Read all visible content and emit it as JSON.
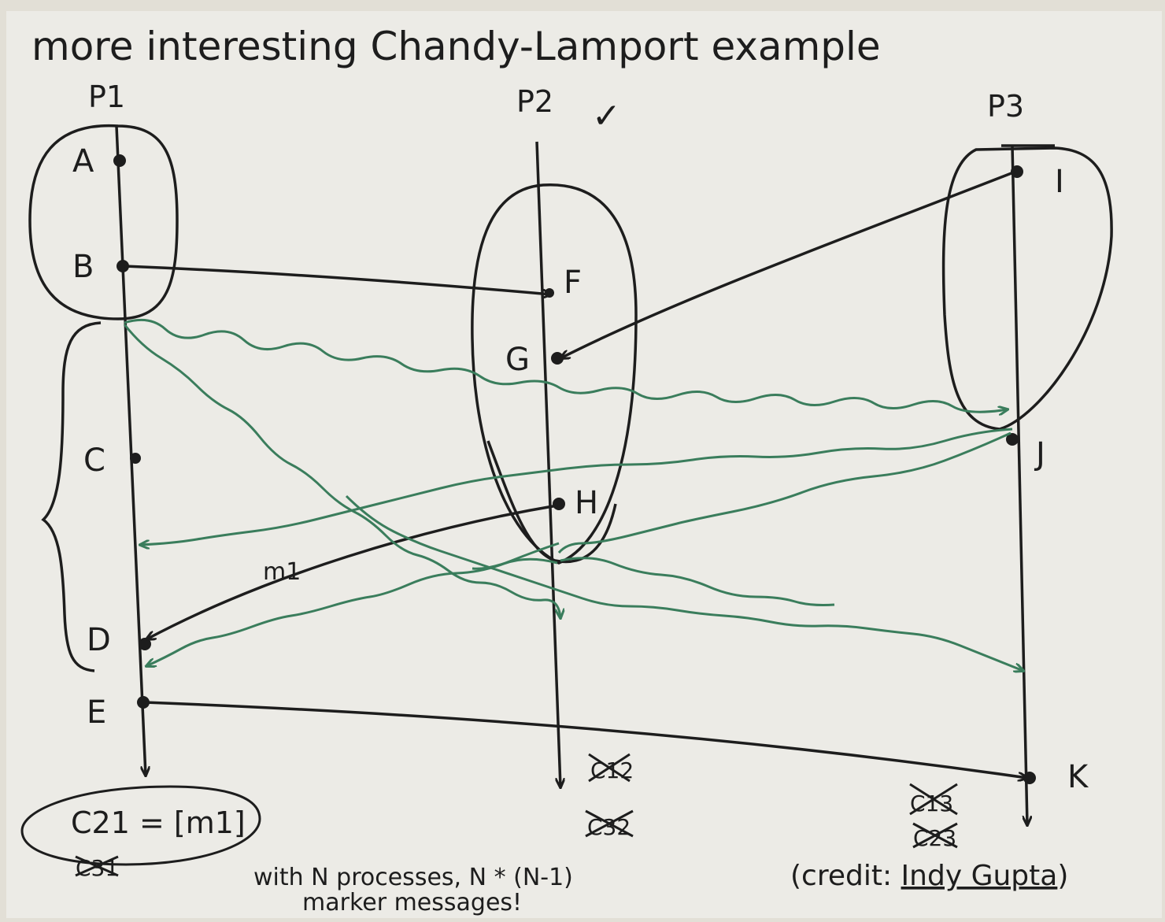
{
  "title": "more interesting Chandy-Lamport example",
  "processes": [
    {
      "id": "p1",
      "label": "P1"
    },
    {
      "id": "p2",
      "label": "P2"
    },
    {
      "id": "p3",
      "label": "P3"
    }
  ],
  "p2_check": "✓",
  "events": [
    {
      "id": "A",
      "label": "A"
    },
    {
      "id": "B",
      "label": "B"
    },
    {
      "id": "C",
      "label": "C"
    },
    {
      "id": "D",
      "label": "D"
    },
    {
      "id": "E",
      "label": "E"
    },
    {
      "id": "F",
      "label": "F"
    },
    {
      "id": "G",
      "label": "G"
    },
    {
      "id": "H",
      "label": "H"
    },
    {
      "id": "I",
      "label": "I"
    },
    {
      "id": "J",
      "label": "J"
    },
    {
      "id": "K",
      "label": "K"
    }
  ],
  "message_label": "m1",
  "channel_state": "C21 = [m1]",
  "crossed_channels": {
    "p1": [
      "C31"
    ],
    "p2": [
      "C12",
      "C32"
    ],
    "p3": [
      "C13",
      "C23"
    ]
  },
  "note_line1": "with N processes, N * (N-1)",
  "note_line2": "marker messages!",
  "credit_prefix": "(credit: ",
  "credit_name": "Indy Gupta",
  "credit_suffix": ")",
  "colors": {
    "ink": "#1d1d1d",
    "marker": "#3a7d5c",
    "paper": "#ecebe6"
  }
}
